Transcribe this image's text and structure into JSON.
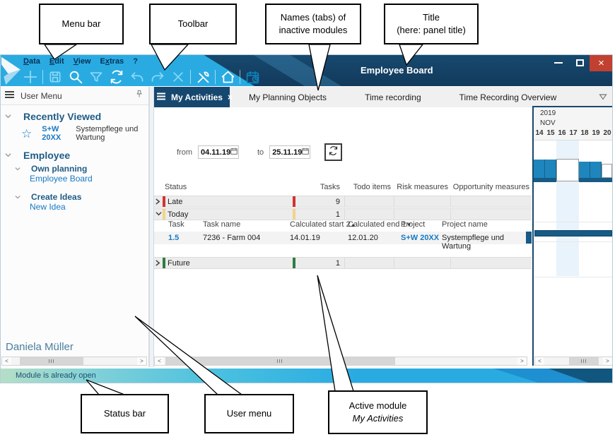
{
  "callouts": {
    "menu_bar": "Menu bar",
    "toolbar": "Toolbar",
    "inactive_tabs_l1": "Names (tabs) of",
    "inactive_tabs_l2": "inactive modules",
    "title_l1": "Title",
    "title_l2": "(here: panel title)",
    "status_bar": "Status bar",
    "user_menu": "User menu",
    "active_module_l1": "Active module",
    "active_module_l2": "My Activities"
  },
  "window": {
    "panel_title": "Employee Board",
    "menu_items": [
      {
        "pre": "",
        "key": "D",
        "post": "ata"
      },
      {
        "pre": "",
        "key": "E",
        "post": "dit"
      },
      {
        "pre": "",
        "key": "V",
        "post": "iew"
      },
      {
        "pre": "E",
        "key": "x",
        "post": "tras"
      },
      {
        "pre": "?",
        "key": "",
        "post": ""
      }
    ],
    "controls": {
      "close": "×"
    }
  },
  "toolbar": {
    "icons": [
      "add",
      "save",
      "search",
      "filter",
      "refresh",
      "undo",
      "redo",
      "delete",
      "tools",
      "home",
      "planning-calendar"
    ]
  },
  "tabs": {
    "active": {
      "label": "My Activities",
      "close": "×"
    },
    "inactive": [
      "My Planning Objects",
      "Time recording",
      "Time Recording Overview"
    ]
  },
  "sidebar": {
    "header": "User Menu",
    "recently_viewed_label": "Recently Viewed",
    "favorite_code": "S+W 20XX",
    "favorite_name": "Systempflege und Wartung",
    "employee_label": "Employee",
    "own_planning_label": "Own planning",
    "employee_board_link": "Employee Board",
    "create_ideas_label": "Create Ideas",
    "new_idea_link": "New Idea",
    "user_name": "Daniela Müller"
  },
  "filters": {
    "from_label": "from",
    "from_value": "04.11.19",
    "to_label": "to",
    "to_value": "25.11.19"
  },
  "table": {
    "headers": {
      "status": "Status",
      "tasks": "Tasks",
      "todo": "Todo items",
      "risk": "Risk measures",
      "opportunity": "Opportunity measures"
    },
    "groups": [
      {
        "status": "Late",
        "tasks": "9",
        "color": "#d23430"
      },
      {
        "status": "Today",
        "tasks": "1",
        "color": "#f2d388"
      },
      {
        "status": "Future",
        "tasks": "1",
        "color": "#2e7d44"
      }
    ],
    "sub_headers": {
      "task": "Task",
      "task_name": "Task name",
      "calc_start": "Calculated start 2",
      "calc_start_arrow": "▲",
      "calc_end": "Calculated end 1",
      "calc_end_arrow": "▼",
      "project": "Project",
      "project_name": "Project name"
    },
    "rows": [
      {
        "task": "1.5",
        "task_name": "7236 - Farm 004",
        "calc_start": "14.01.19",
        "calc_end": "12.01.20",
        "project": "S+W 20XX",
        "project_name": "Systempflege und Wartung"
      }
    ]
  },
  "gantt": {
    "year": "2019",
    "month": "NOV",
    "days": [
      "14",
      "15",
      "16",
      "17",
      "18",
      "19",
      "20"
    ],
    "weekend_days": [
      "16",
      "17"
    ],
    "capacity": [
      {
        "day": "14",
        "load": "full"
      },
      {
        "day": "15",
        "load": "full"
      },
      {
        "day": "16",
        "load": "none"
      },
      {
        "day": "17",
        "load": "none"
      },
      {
        "day": "18",
        "load": "full"
      },
      {
        "day": "19",
        "load": "full"
      },
      {
        "day": "20",
        "load": "none"
      }
    ],
    "task_bar": {
      "task": "1.5",
      "spans_visible_range": true
    }
  },
  "status": {
    "message": "Module is already open"
  },
  "colors": {
    "accent_blue": "#29abe2",
    "header_navy": "#16466e",
    "active_tab_navy": "#16476e",
    "close_red": "#c2402f",
    "late_red": "#d23430",
    "today_yellow": "#f2d388",
    "future_green": "#2e7d44",
    "gantt_bar_blue": "#1e86bc",
    "gantt_bar_navy": "#175a86",
    "link_blue": "#1779c4"
  }
}
